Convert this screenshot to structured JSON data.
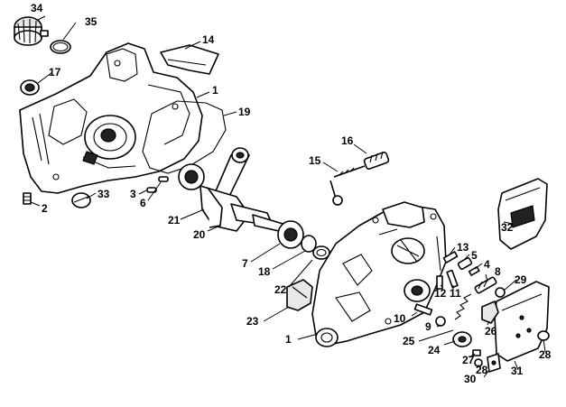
{
  "callouts": [
    {
      "id": "34",
      "text": "34"
    },
    {
      "id": "35",
      "text": "35"
    },
    {
      "id": "14",
      "text": "14"
    },
    {
      "id": "17",
      "text": "17"
    },
    {
      "id": "1a",
      "text": "1"
    },
    {
      "id": "19",
      "text": "19"
    },
    {
      "id": "16",
      "text": "16"
    },
    {
      "id": "15",
      "text": "15"
    },
    {
      "id": "3",
      "text": "3"
    },
    {
      "id": "6",
      "text": "6"
    },
    {
      "id": "2",
      "text": "2"
    },
    {
      "id": "33",
      "text": "33"
    },
    {
      "id": "21",
      "text": "21"
    },
    {
      "id": "20",
      "text": "20"
    },
    {
      "id": "32",
      "text": "32"
    },
    {
      "id": "7",
      "text": "7"
    },
    {
      "id": "18",
      "text": "18"
    },
    {
      "id": "22",
      "text": "22"
    },
    {
      "id": "13",
      "text": "13"
    },
    {
      "id": "5",
      "text": "5"
    },
    {
      "id": "4",
      "text": "4"
    },
    {
      "id": "8",
      "text": "8"
    },
    {
      "id": "29",
      "text": "29"
    },
    {
      "id": "12",
      "text": "12"
    },
    {
      "id": "11",
      "text": "11"
    },
    {
      "id": "23",
      "text": "23"
    },
    {
      "id": "10",
      "text": "10"
    },
    {
      "id": "26",
      "text": "26"
    },
    {
      "id": "9",
      "text": "9"
    },
    {
      "id": "1b",
      "text": "1"
    },
    {
      "id": "25",
      "text": "25"
    },
    {
      "id": "24",
      "text": "24"
    },
    {
      "id": "27",
      "text": "27"
    },
    {
      "id": "28a",
      "text": "28"
    },
    {
      "id": "28b",
      "text": "28"
    },
    {
      "id": "30",
      "text": "30"
    },
    {
      "id": "31",
      "text": "31"
    }
  ]
}
